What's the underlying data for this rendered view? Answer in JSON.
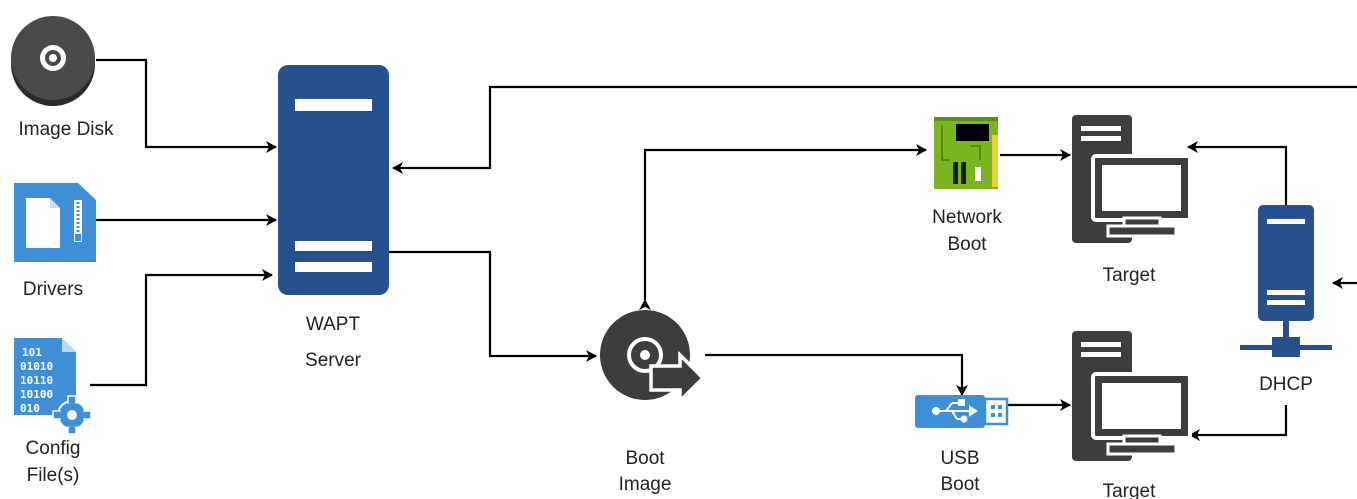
{
  "nodes": {
    "image_disk": {
      "label": "Image Disk",
      "icon": "disc-icon"
    },
    "drivers": {
      "label": "Drivers",
      "icon": "zip-file-icon"
    },
    "config_files": {
      "label_line1": "Config",
      "label_line2": "File(s)",
      "icon": "binary-config-file-icon"
    },
    "wapt_server": {
      "label_line1": "WAPT",
      "label_line2": "Server",
      "icon": "server-icon"
    },
    "boot_image": {
      "label_line1": "Boot",
      "label_line2": "Image",
      "icon": "boot-disc-icon"
    },
    "network_boot": {
      "label_line1": "Network",
      "label_line2": "Boot",
      "icon": "network-card-icon"
    },
    "usb_boot": {
      "label_line1": "USB",
      "label_line2": "Boot",
      "icon": "usb-drive-icon"
    },
    "target_top": {
      "label": "Target",
      "icon": "workstation-icon"
    },
    "target_bottom": {
      "label": "Target",
      "icon": "workstation-icon"
    },
    "dhcp": {
      "label": "DHCP",
      "icon": "network-server-icon"
    }
  },
  "colors": {
    "server_blue": "#27518c",
    "icon_light_blue": "#3f8fd6",
    "dark_gray": "#3d3d3d",
    "nic_green": "#7ab51d",
    "usb_blue": "#3f8fd6",
    "arrow": "#000000"
  }
}
